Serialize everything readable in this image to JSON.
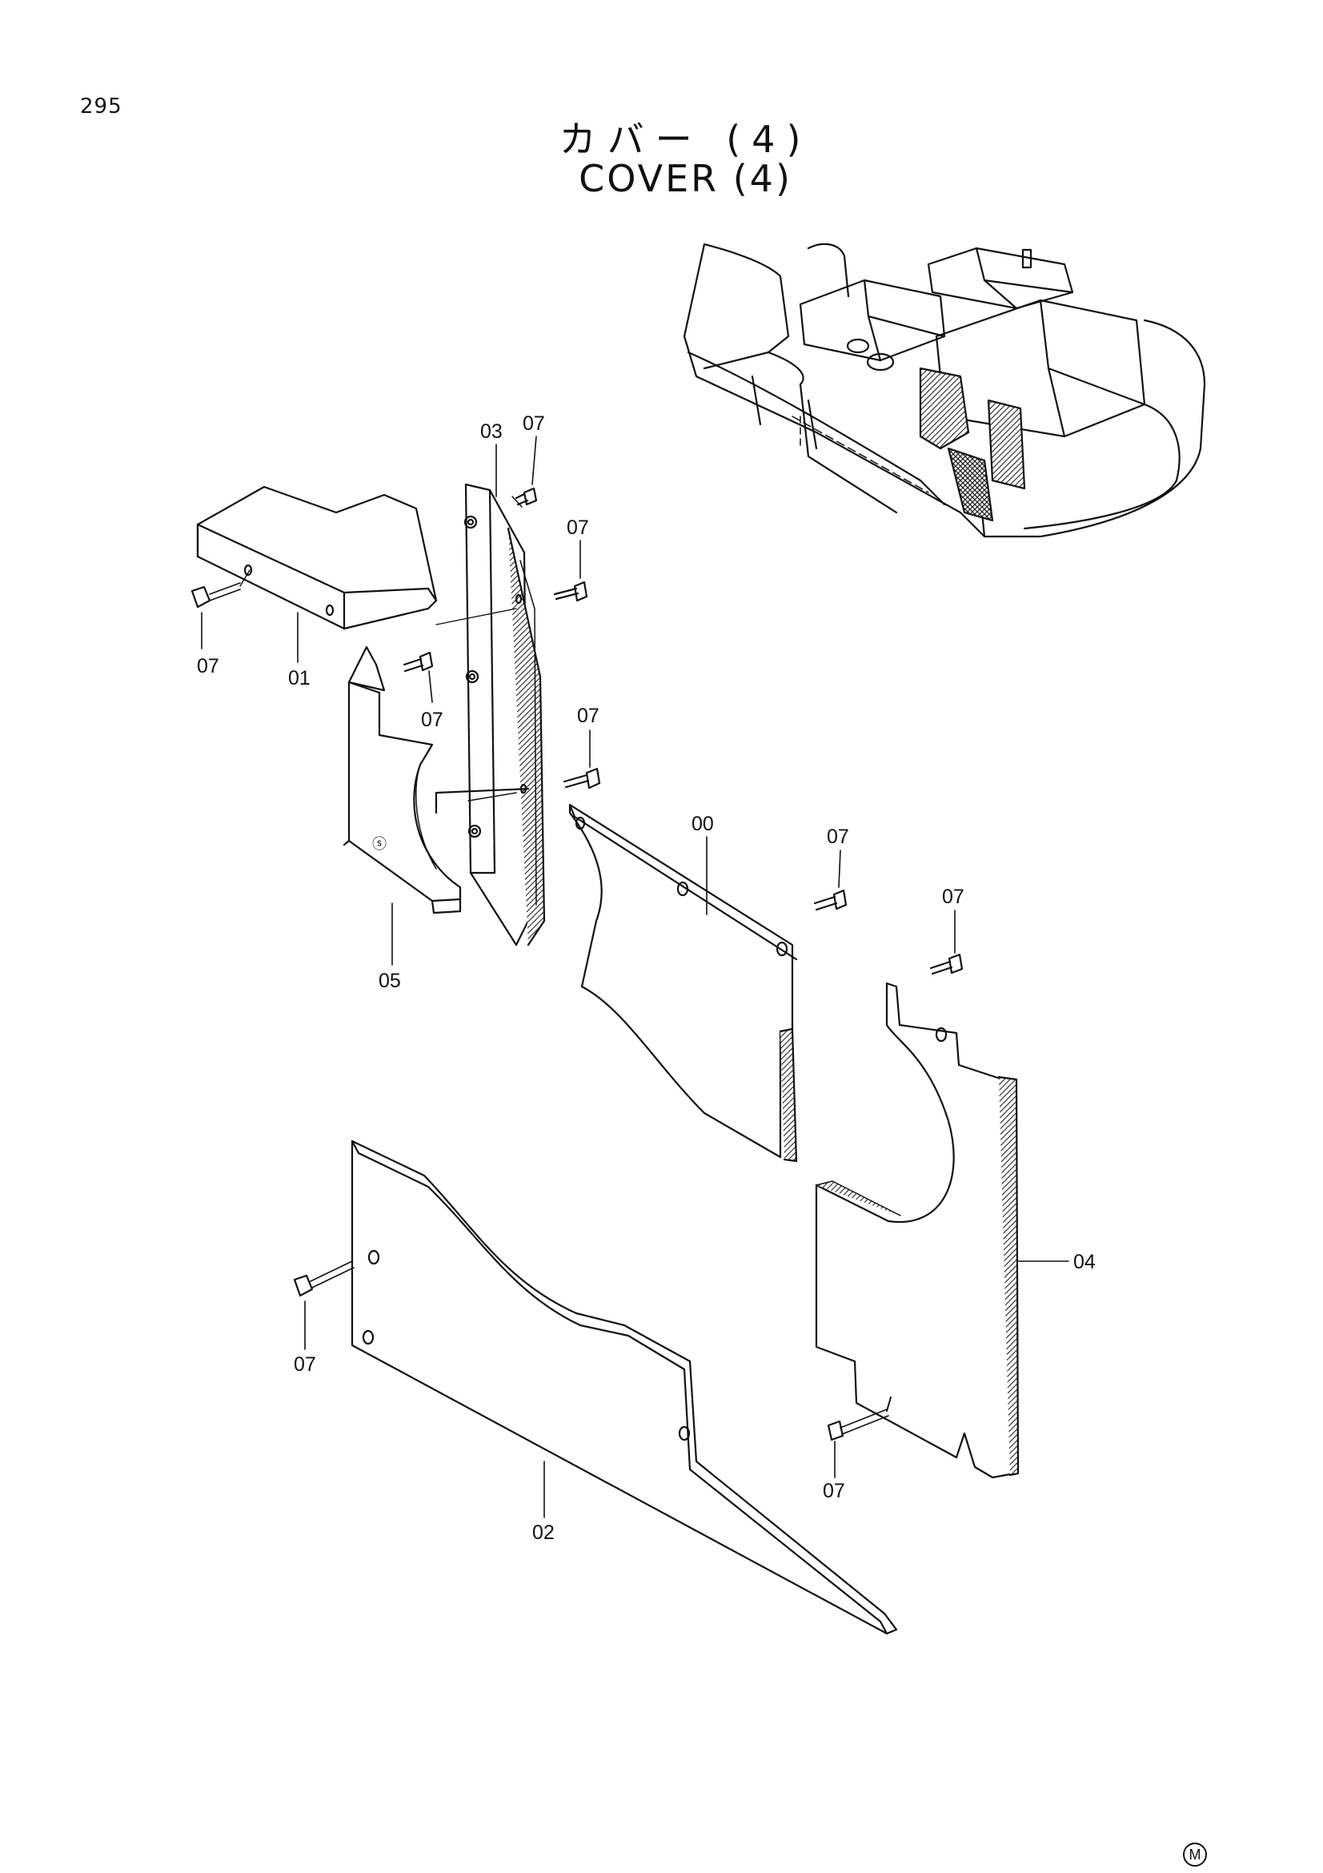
{
  "page": {
    "page_number": "295",
    "title_jp": "カバー (4)",
    "title_en": "COVER (4)",
    "footer_mark": "M"
  },
  "parts": {
    "p00": "00",
    "p01": "01",
    "p02": "02",
    "p03": "03",
    "p04": "04",
    "p05": "05",
    "p07": "07"
  }
}
